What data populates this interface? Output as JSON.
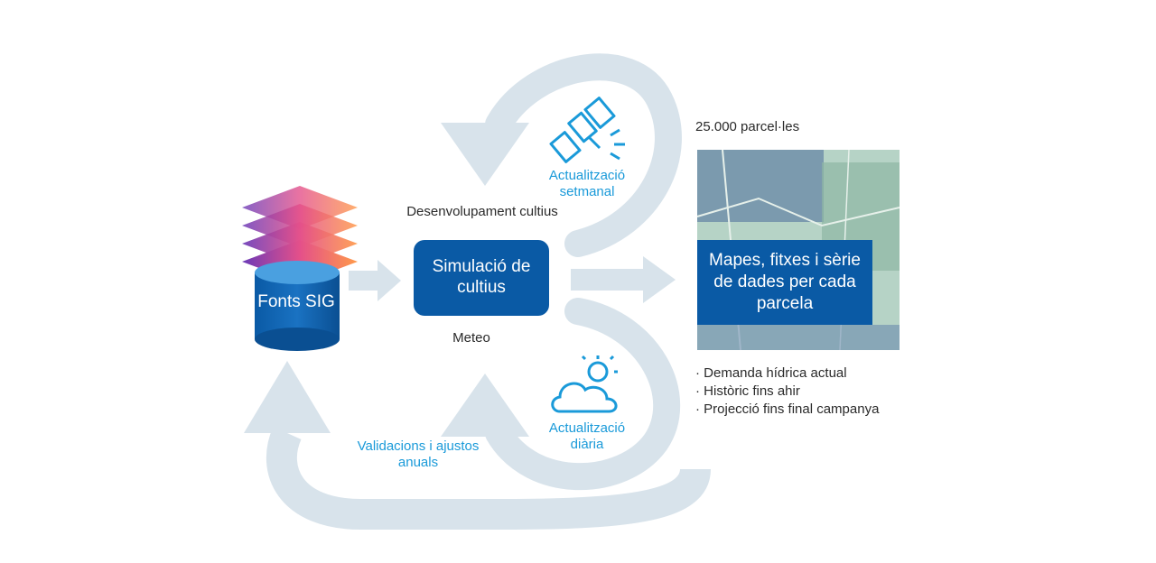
{
  "labels": {
    "desenvolupament": "Desenvolupament cultius",
    "meteo": "Meteo",
    "actualitzacio_setmanal": "Actualització setmanal",
    "actualitzacio_diaria": "Actualització diària",
    "validacions": "Validacions i ajustos anuals"
  },
  "nodes": {
    "fonts_sig": "Fonts SIG",
    "simulacio": "Simulació de cultius",
    "output": "Mapes, fitxes i sèrie de dades per cada parcela"
  },
  "map": {
    "count_label": "25.000 parcel·les"
  },
  "outputs": [
    "· Demanda hídrica actual",
    "· Històric fins ahir",
    "· Projecció fins final campanya"
  ],
  "colors": {
    "arrow": "#d8e3eb",
    "box": "#0a5aa5",
    "accent": "#1a9ad9",
    "text": "#2a2a2a"
  },
  "icons": [
    "satellite-icon",
    "cloud-sun-icon",
    "layers-icon",
    "database-icon",
    "map-icon"
  ]
}
